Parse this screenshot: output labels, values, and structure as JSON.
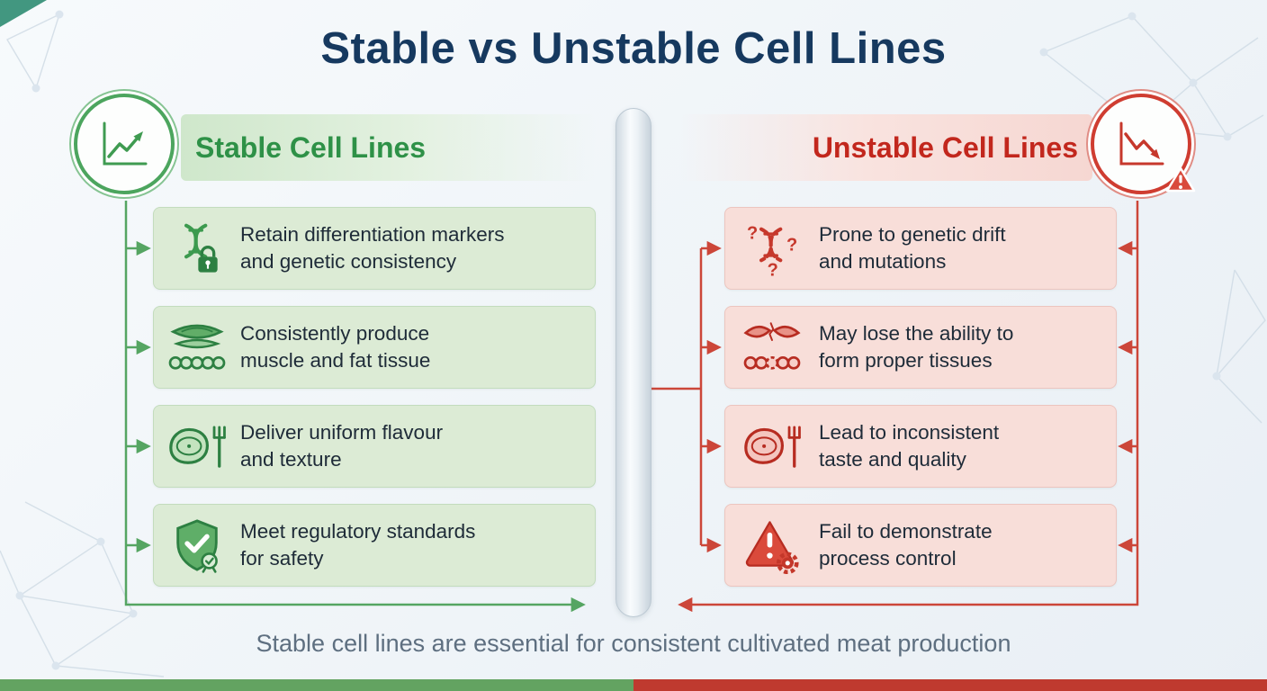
{
  "title": "Stable vs Unstable Cell Lines",
  "footer": "Stable cell lines are essential for consistent cultivated meat production",
  "colors": {
    "title_text": "#16395f",
    "green_accent": "#55a562",
    "green_header_text": "#2e9147",
    "green_box_bg": "#dcebd5",
    "red_accent": "#cc4639",
    "red_header_text": "#c2271d",
    "red_box_bg": "#f8ded9",
    "footer_text": "#5e6f80",
    "bottom_bar_green": "#63a361",
    "bottom_bar_red": "#bf3a2f"
  },
  "stable": {
    "header": "Stable Cell Lines",
    "badge_icon": "growth-chart-icon",
    "items": [
      {
        "icon": "dna-lock-icon",
        "text": "Retain differentiation markers\nand genetic consistency"
      },
      {
        "icon": "muscle-fat-tissue-icon",
        "text": "Consistently produce\nmuscle and fat tissue"
      },
      {
        "icon": "steak-fork-icon",
        "text": "Deliver uniform flavour\nand texture"
      },
      {
        "icon": "shield-check-icon",
        "text": "Meet regulatory standards\nfor safety"
      }
    ]
  },
  "unstable": {
    "header": "Unstable Cell Lines",
    "badge_icon": "declining-chart-warning-icon",
    "items": [
      {
        "icon": "dna-question-icon",
        "text": "Prone to genetic drift\nand mutations"
      },
      {
        "icon": "broken-tissue-icon",
        "text": "May lose the ability to\nform proper tissues"
      },
      {
        "icon": "steak-fork-red-icon",
        "text": "Lead to inconsistent\ntaste and quality"
      },
      {
        "icon": "warning-gear-icon",
        "text": "Fail to demonstrate\nprocess control"
      }
    ]
  }
}
